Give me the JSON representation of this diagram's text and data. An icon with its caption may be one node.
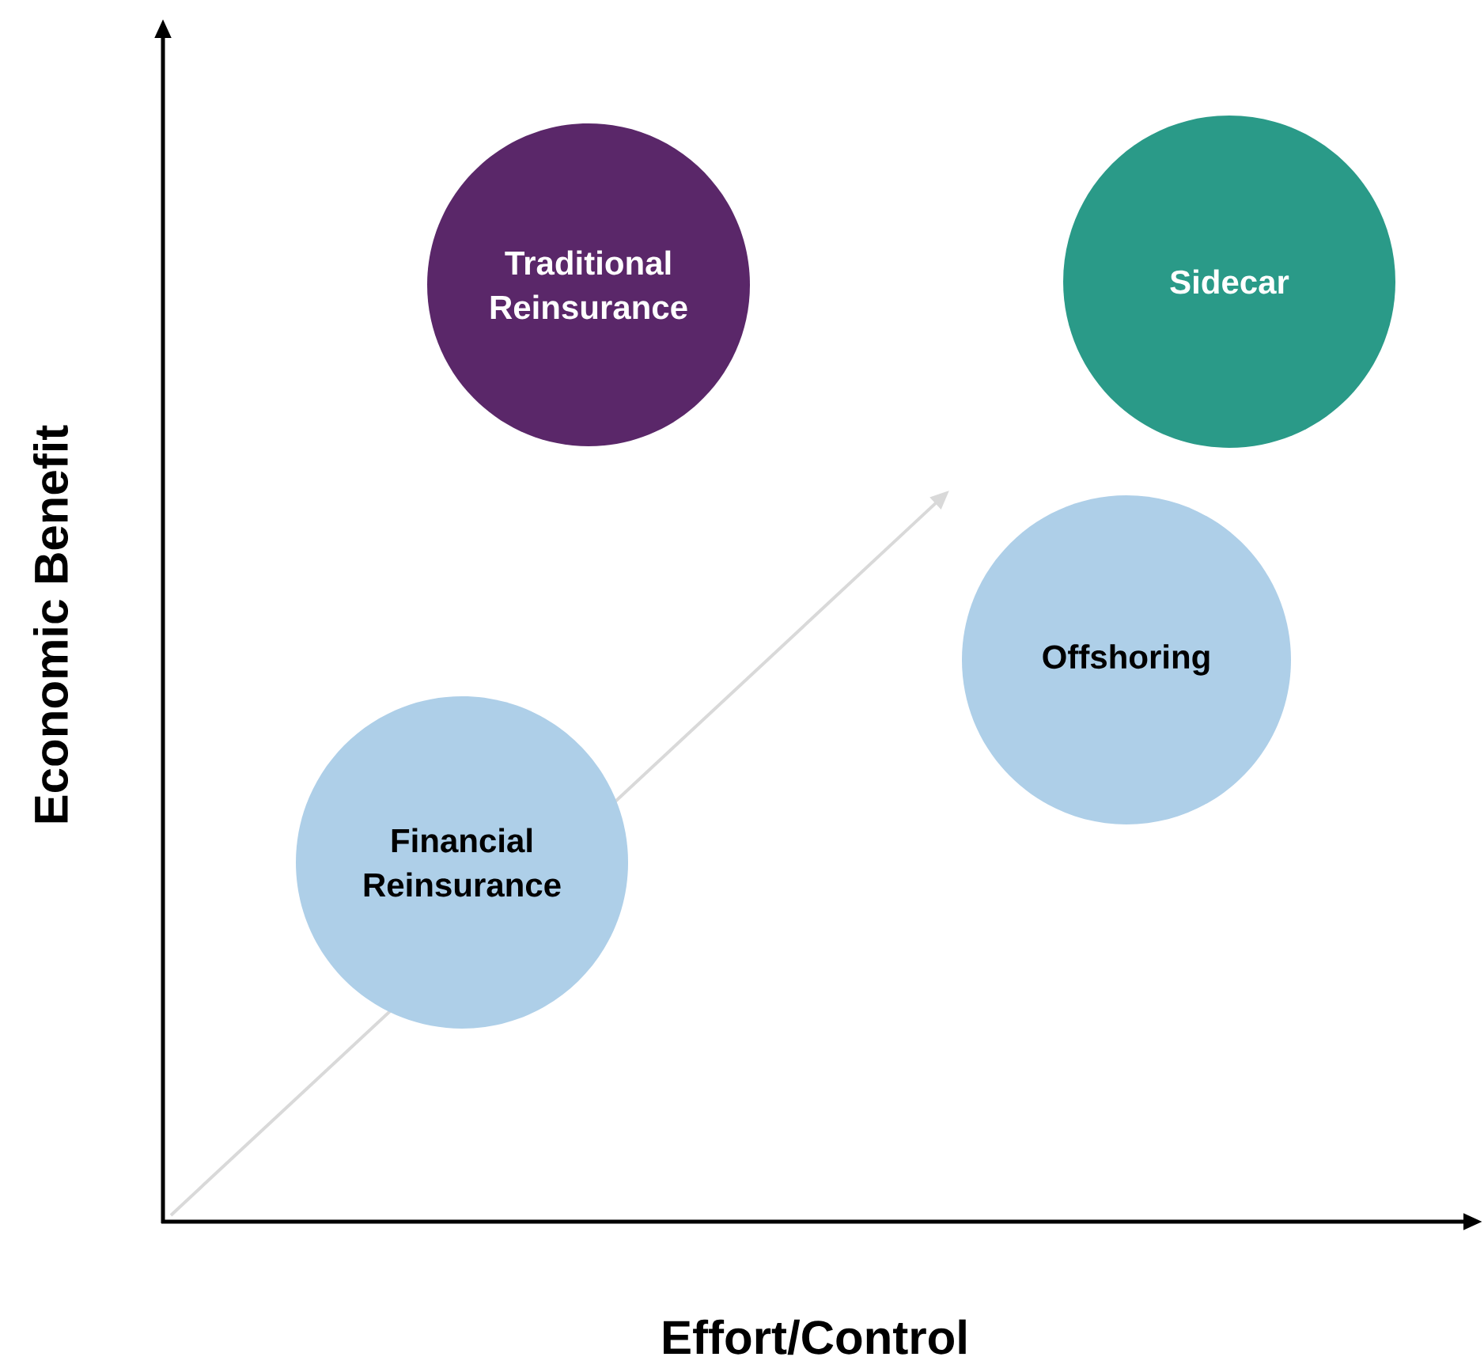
{
  "diagram": {
    "nodes": [
      {
        "text": [
          "Traditional Reinsurance"
        ]
      },
      {
        "text": [
          "Sidecar"
        ]
      },
      {
        "text": [
          "Offshoring"
        ]
      },
      {
        "text": [
          "Financial Reinsurance"
        ]
      }
    ],
    "labels": [
      "Economic Benefit",
      "Effort/Control"
    ]
  }
}
